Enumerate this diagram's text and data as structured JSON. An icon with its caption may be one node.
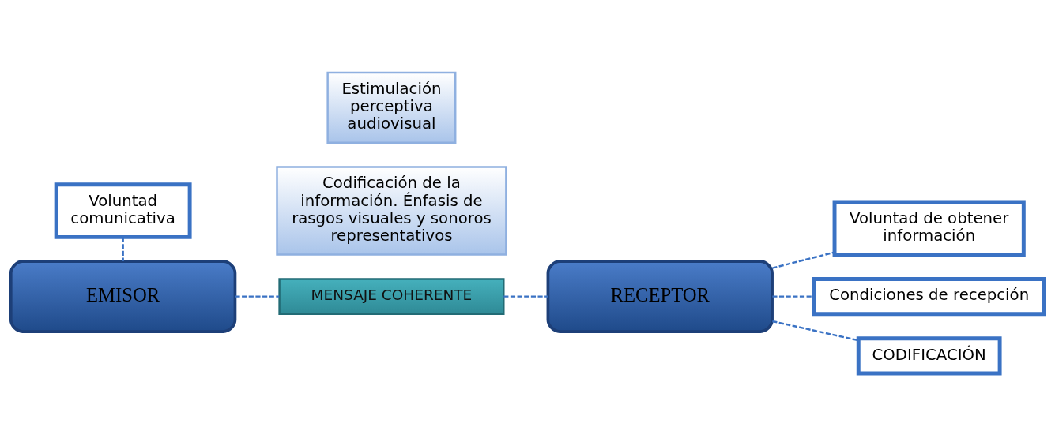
{
  "diagram": {
    "nodes": [
      {
        "text": [
          "Voluntad comunicativa"
        ]
      },
      {
        "text": [
          "Codificación de la información. Énfasis de rasgos visuales y sonoros representativos"
        ]
      },
      {
        "text": [
          "EMISOR"
        ]
      },
      {
        "text": [
          "MENSAJE COHERENTE"
        ]
      },
      {
        "text": [
          "Estimulación perceptiva audiovisual"
        ]
      },
      {
        "text": [
          "RECEPTOR"
        ]
      },
      {
        "text": [
          "Voluntad de obtener información"
        ]
      },
      {
        "text": [
          "Condiciones de recepción"
        ]
      },
      {
        "text": [
          "CODIFICACIÓN"
        ]
      }
    ],
    "edges": [
      {
        "from": 0,
        "to": 2,
        "arrow": "none"
      },
      {
        "from": 2,
        "to": 3,
        "arrow": "none"
      },
      {
        "from": 3,
        "to": 5,
        "arrow": "none"
      },
      {
        "from": 5,
        "to": 6,
        "arrow": "none"
      },
      {
        "from": 5,
        "to": 7,
        "arrow": "none"
      },
      {
        "from": 5,
        "to": 8,
        "arrow": "none"
      }
    ]
  }
}
